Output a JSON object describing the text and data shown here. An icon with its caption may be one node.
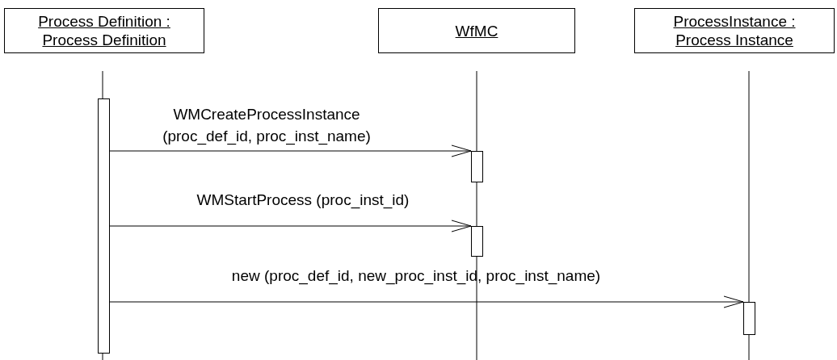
{
  "diagram": {
    "nodes": [
      {
        "text": [
          "Process Definition : Process Definition"
        ]
      },
      {
        "text": [
          "WfMC"
        ]
      },
      {
        "text": [
          "ProcessInstance : Process Instance"
        ]
      },
      {
        "text": [],
        "shape": "bar"
      },
      {
        "text": [],
        "shape": "bar"
      },
      {
        "text": [],
        "shape": "bar"
      },
      {
        "text": [],
        "shape": "bar"
      }
    ],
    "edges": [
      {
        "from": 3,
        "to": 4,
        "arrow": "to",
        "label": "WMCreateProcessInstance (proc_def_id, proc_inst_name)"
      },
      {
        "from": 3,
        "to": 5,
        "arrow": "to",
        "label": "WMStartProcess (proc_inst_id)"
      },
      {
        "from": 3,
        "to": 6,
        "arrow": "to",
        "label": "new (proc_def_id, new_proc_inst_id, proc_inst_name)"
      }
    ]
  }
}
